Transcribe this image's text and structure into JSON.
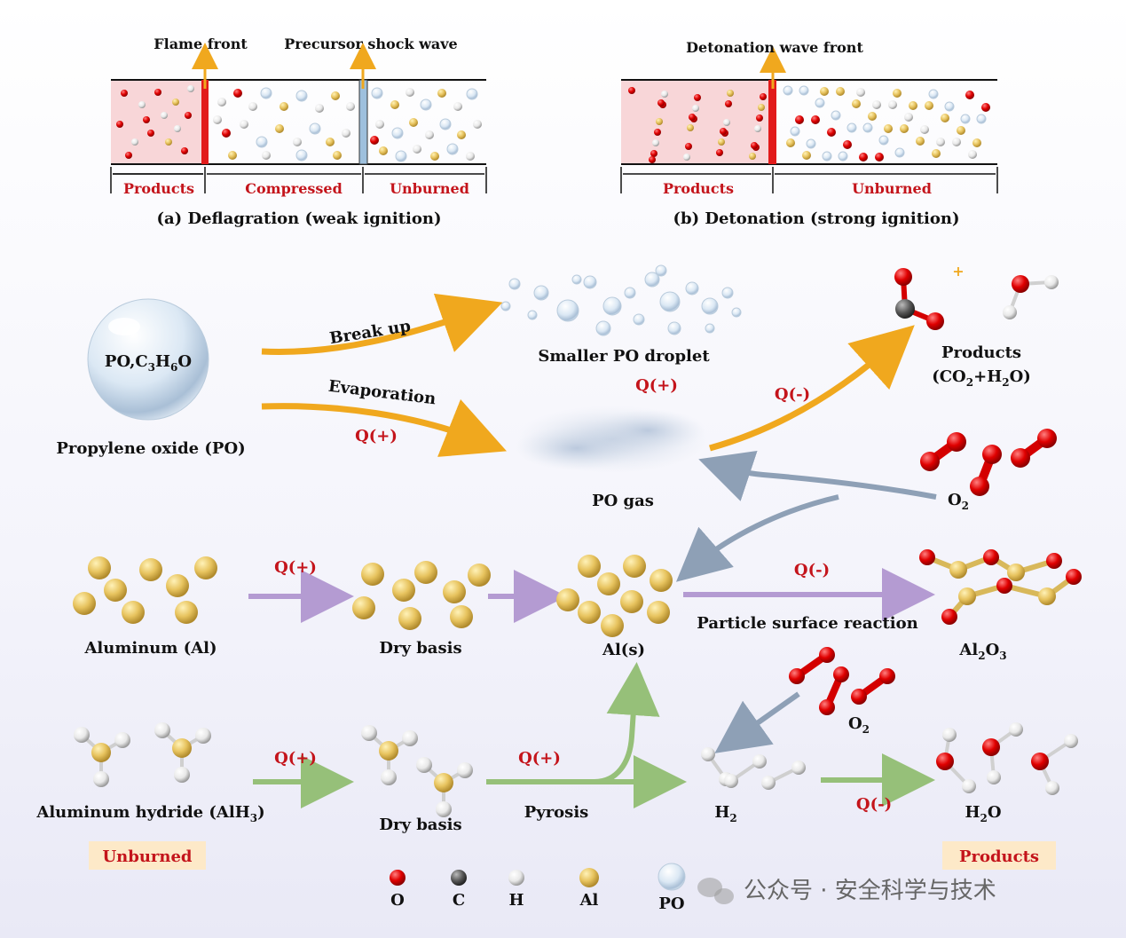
{
  "panel_a": {
    "flame_front": "Flame front",
    "precursor_shock": "Precursor shock wave",
    "seg_products": "Products",
    "seg_compressed": "Compressed",
    "seg_unburned": "Unburned",
    "caption": "(a) Deflagration (weak ignition)"
  },
  "panel_b": {
    "detonation_front": "Detonation wave front",
    "seg_products": "Products",
    "seg_unburned": "Unburned",
    "caption": "(b) Detonation (strong ignition)"
  },
  "po": {
    "droplet_label_1": "PO,C",
    "droplet_sub_3": "3",
    "droplet_label_2": "H",
    "droplet_sub_6": "6",
    "droplet_label_3": "O",
    "name": "Propylene oxide (PO)",
    "break_up": "Break up",
    "evaporation": "Evaporation",
    "q_plus_evap": "Q(+)",
    "smaller_droplet": "Smaller PO droplet",
    "q_plus_droplet": "Q(+)",
    "po_gas": "PO gas",
    "q_minus_combust": "Q(-)",
    "products_title": "Products",
    "products_formula_1": "(CO",
    "products_formula_sub": "2",
    "products_formula_2": "+H",
    "products_formula_sub2": "2",
    "products_formula_3": "O)",
    "plus_sign": "+",
    "o2_label": "O",
    "o2_sub": "2"
  },
  "al": {
    "name": "Aluminum (Al)",
    "q_plus": "Q(+)",
    "dry_basis": "Dry basis",
    "al_s": "Al(s)",
    "q_minus": "Q(-)",
    "surface_reaction": "Particle surface reaction",
    "oxide_1": "Al",
    "oxide_sub1": "2",
    "oxide_2": "O",
    "oxide_sub2": "3"
  },
  "alh3": {
    "name": "Aluminum hydride (AlH",
    "name_sub": "3",
    "name_end": ")",
    "q_plus": "Q(+)",
    "dry_basis": "Dry basis",
    "q_plus_pyro": "Q(+)",
    "pyrosis": "Pyrosis",
    "h2": "H",
    "h2_sub": "2",
    "o2": "O",
    "o2_sub": "2",
    "q_minus": "Q(-)",
    "h2o_1": "H",
    "h2o_sub": "2",
    "h2o_2": "O",
    "unburned": "Unburned",
    "products": "Products"
  },
  "legend": {
    "o": "O",
    "c": "C",
    "h": "H",
    "al": "Al",
    "po": "PO"
  },
  "watermark": "公众号 · 安全科学与技术",
  "colors": {
    "red_text": "#c4141b",
    "orange_arrow": "#f0a81e",
    "blue_arrow": "#8ea0b6",
    "purple_arrow": "#b49bd2",
    "green_arrow": "#96c079",
    "flame_red": "#e21b1b",
    "shock_blue": "#9ec0dd",
    "products_bg": "#f8d6d8",
    "tag_bg": "#fde9c8"
  }
}
